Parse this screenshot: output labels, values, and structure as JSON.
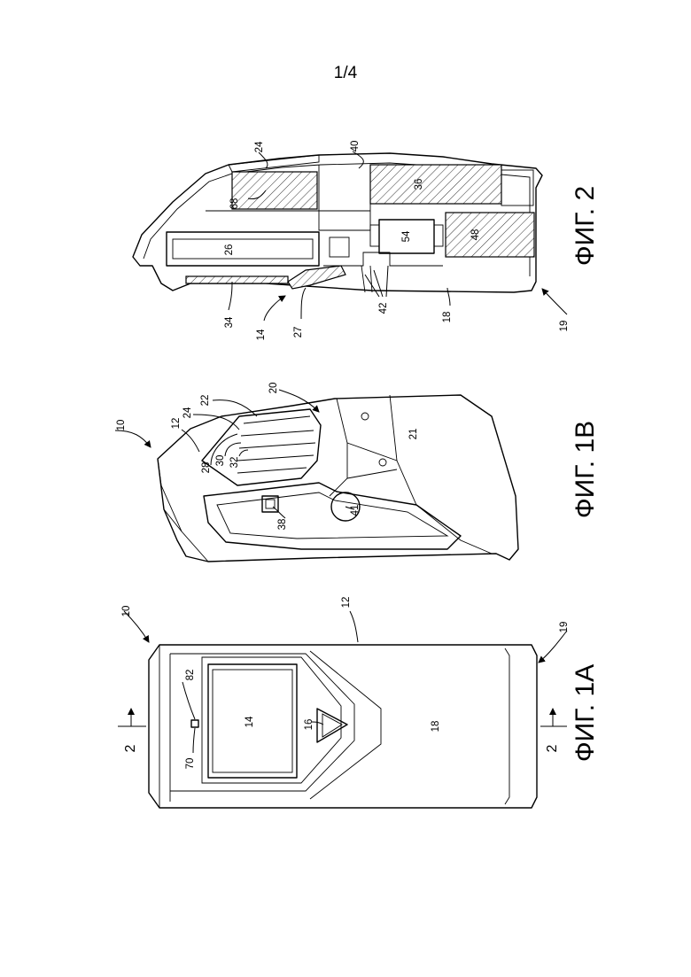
{
  "sheet": {
    "page_number": "1/4"
  },
  "figures": [
    {
      "id": "fig1a",
      "caption": "ФИГ. 1А"
    },
    {
      "id": "fig1b",
      "caption": "ФИГ. 1В"
    },
    {
      "id": "fig2",
      "caption": "ФИГ. 2"
    }
  ],
  "section_marks": {
    "top": "2",
    "bottom": "2"
  },
  "refs": {
    "fig1a": [
      "10",
      "12",
      "19",
      "82",
      "14",
      "16",
      "18",
      "70"
    ],
    "fig1b": [
      "10",
      "12",
      "20",
      "22",
      "24",
      "28",
      "30",
      "32",
      "21",
      "38",
      "41"
    ],
    "fig2": [
      "24",
      "40",
      "68",
      "36",
      "26",
      "54",
      "48",
      "34",
      "14",
      "27",
      "42",
      "18",
      "19"
    ]
  }
}
